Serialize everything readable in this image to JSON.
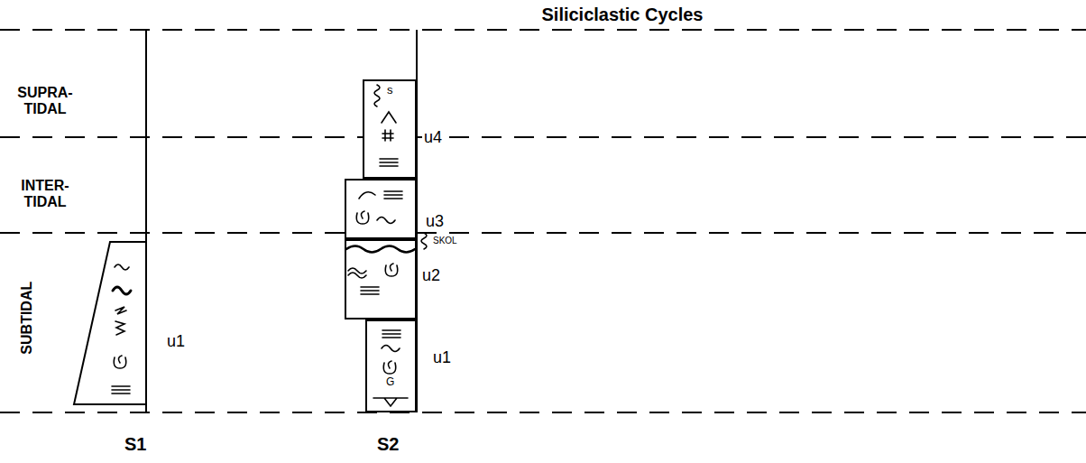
{
  "diagram": {
    "title": "Siliciclastic Cycles",
    "nodes": [
      {
        "text": [
          "u1"
        ]
      },
      {
        "text": [
          "s",
          "u4"
        ]
      },
      {
        "text": [
          "u3"
        ]
      },
      {
        "text": [
          "SKOL",
          "u2"
        ]
      },
      {
        "text": [
          "G",
          "u1"
        ]
      }
    ],
    "labels": [
      "SUPRA- TIDAL",
      "INTER- TIDAL",
      "SUBTIDAL",
      "S1",
      "S2"
    ]
  }
}
